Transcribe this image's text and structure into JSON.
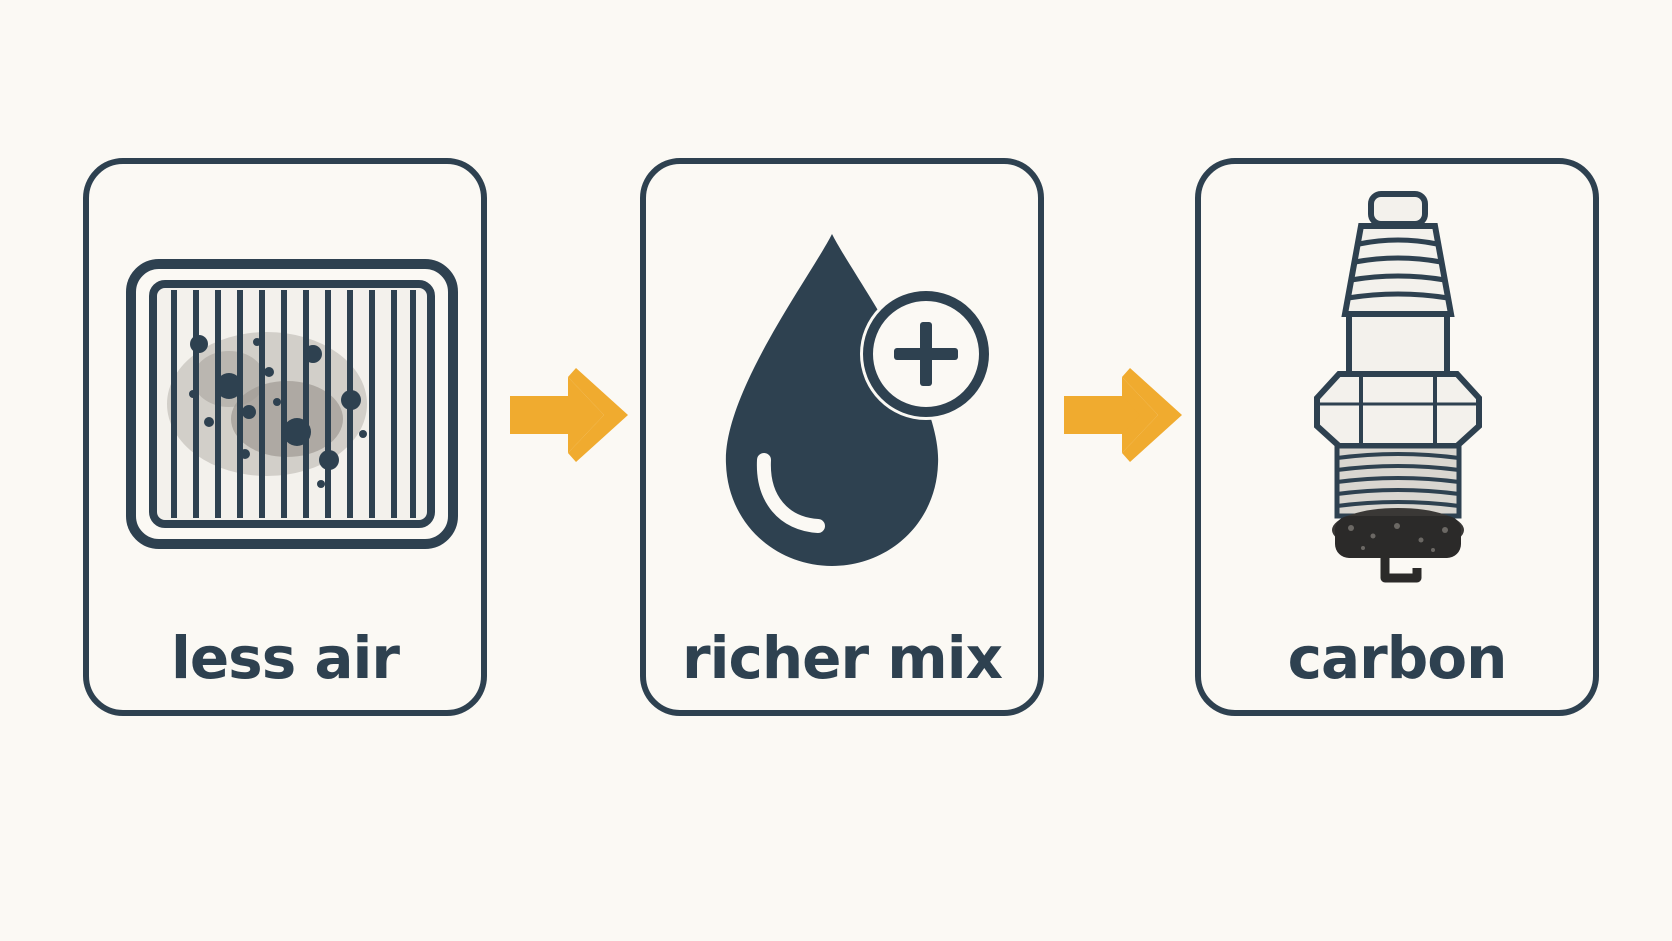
{
  "steps": [
    {
      "label": "less air",
      "icon": "clogged-air-filter-icon"
    },
    {
      "label": "richer mix",
      "icon": "fuel-drop-plus-icon"
    },
    {
      "label": "carbon",
      "icon": "fouled-spark-plug-icon"
    }
  ],
  "connectors": [
    "right-arrow-icon",
    "right-arrow-icon"
  ],
  "colors": {
    "ink": "#2e4150",
    "arrow": "#f0ab2f",
    "background": "#fbf9f4"
  }
}
